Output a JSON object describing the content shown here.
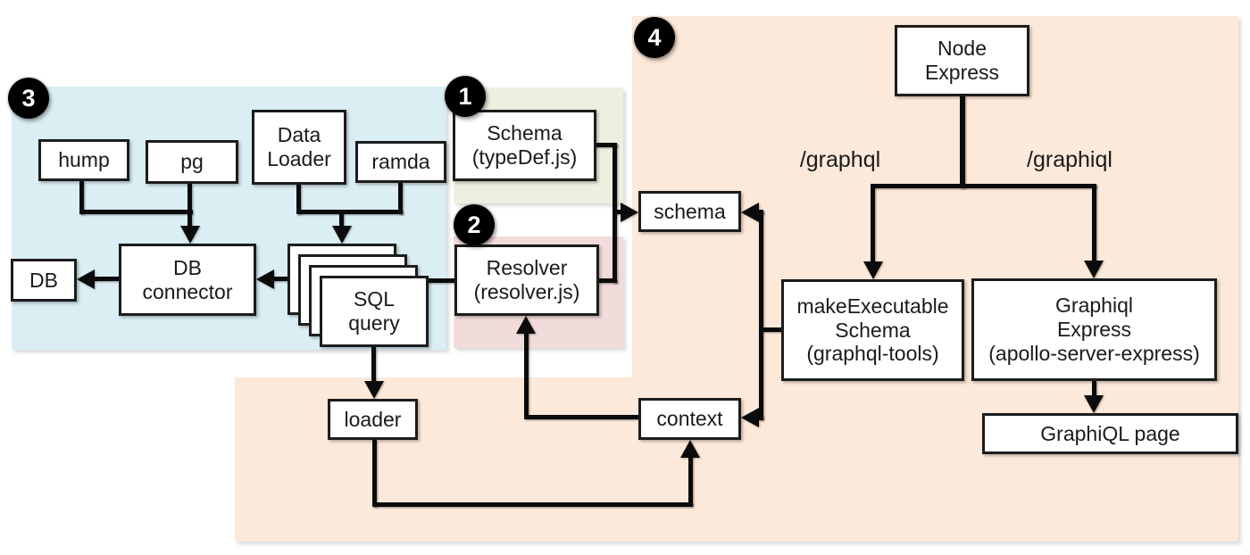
{
  "diagram": {
    "nodes": {
      "hump": "hump",
      "pg": "pg",
      "data_loader": "Data\nLoader",
      "ramda": "ramda",
      "db": "DB",
      "db_connector": "DB\nconnector",
      "sql_query": "SQL\nquery",
      "schema_def": "Schema\n(typeDef.js)",
      "resolver": "Resolver\n(resolver.js)",
      "schema": "schema",
      "context": "context",
      "loader": "loader",
      "node_express": "Node\nExpress",
      "make_executable_schema": "makeExecutable\nSchema\n(graphql-tools)",
      "graphiql_express": "Graphiql\nExpress\n(apollo-server-express)",
      "graphiql_page": "GraphiQL page"
    },
    "badges": {
      "s1": "1",
      "s2": "2",
      "s3": "3",
      "s4": "4"
    },
    "routes": {
      "graphql": "/graphql",
      "graphiql": "/graphiql"
    },
    "edges": [
      {
        "from": "hump",
        "to": "db_connector"
      },
      {
        "from": "pg",
        "to": "db_connector"
      },
      {
        "from": "data_loader",
        "to": "sql_query"
      },
      {
        "from": "ramda",
        "to": "sql_query"
      },
      {
        "from": "db_connector",
        "to": "db"
      },
      {
        "from": "sql_query",
        "to": "db_connector"
      },
      {
        "from": "sql_query",
        "to": "resolver",
        "arrow": false
      },
      {
        "from": "schema_def",
        "to": "schema"
      },
      {
        "from": "resolver",
        "to": "schema"
      },
      {
        "from": "make_executable_schema",
        "to": "schema"
      },
      {
        "from": "make_executable_schema",
        "to": "context"
      },
      {
        "from": "context",
        "to": "resolver"
      },
      {
        "from": "sql_query",
        "to": "loader"
      },
      {
        "from": "loader",
        "to": "context"
      },
      {
        "from": "node_express",
        "to": "make_executable_schema",
        "label": "/graphql"
      },
      {
        "from": "node_express",
        "to": "graphiql_express",
        "label": "/graphiql"
      },
      {
        "from": "graphiql_express",
        "to": "graphiql_page"
      }
    ],
    "colors": {
      "region_blue": "#daeef3",
      "region_green": "#ebf1de",
      "region_pink": "#f2dcdb",
      "region_orange": "#fde9d9",
      "line": "#0b0b0b",
      "box_fill": "#ffffff",
      "box_border": "#1c1c1c",
      "badge_fill": "#000000",
      "badge_text": "#ffffff"
    }
  }
}
